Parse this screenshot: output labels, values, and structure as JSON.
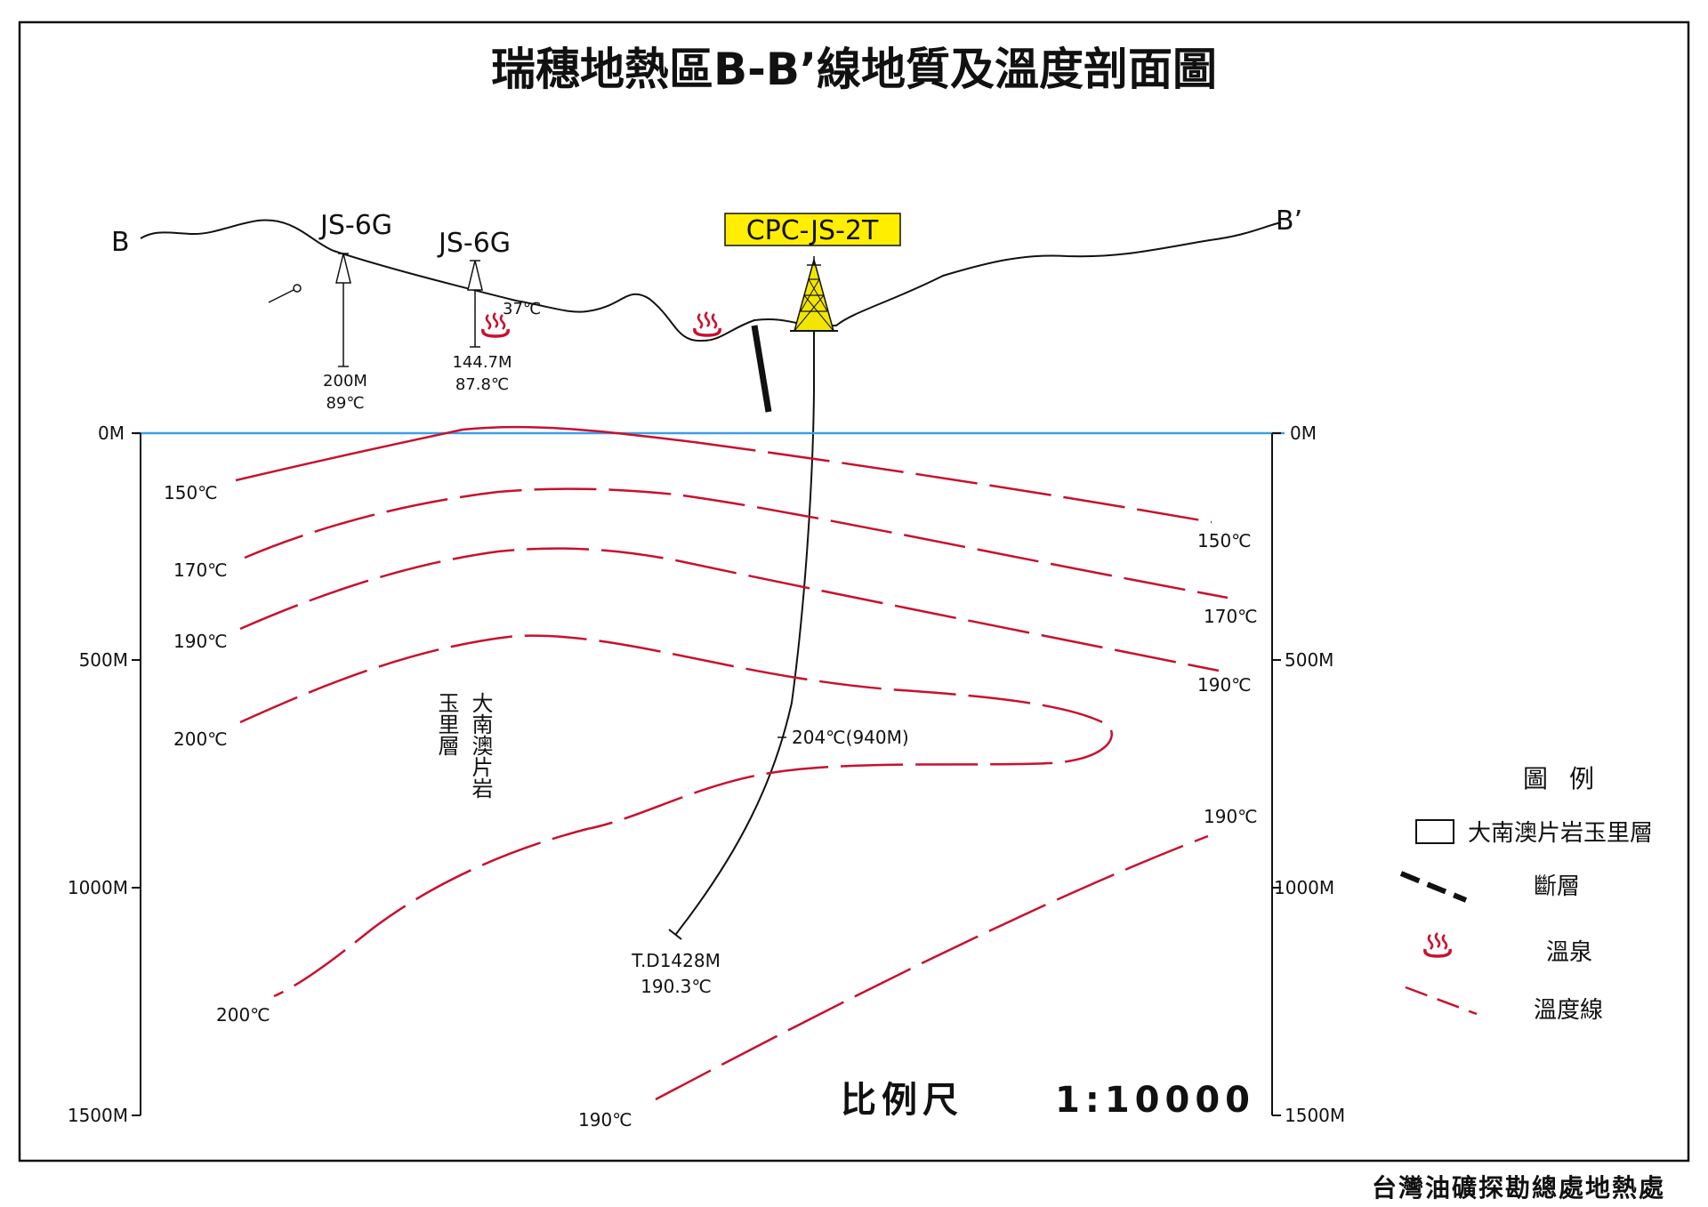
{
  "title": "瑞穗地熱區B-B’線地質及溫度剖面圖",
  "section_ends": {
    "left": "B",
    "right": "B’"
  },
  "wells": [
    {
      "name": "JS-6G",
      "depth": "200M",
      "temp": "89℃"
    },
    {
      "name": "JS-6G",
      "depth": "144.7M",
      "temp": "87.8℃"
    },
    {
      "name": "CPC-JS-2T",
      "td": "T.D1428M",
      "td_temp": "190.3℃",
      "mid_reading": "204℃(940M)"
    }
  ],
  "spring_temp": "37℃",
  "formation_label_lines": [
    "大南澳片岩",
    "玉里層"
  ],
  "depth_axis": {
    "left": [
      "0M",
      "500M",
      "1000M",
      "1500M"
    ],
    "right": [
      "0M",
      "500M",
      "1000M",
      "1500M"
    ]
  },
  "isotherms": {
    "left_labels": [
      "150℃",
      "170℃",
      "190℃",
      "200℃",
      "200℃",
      "190℃"
    ],
    "right_labels": [
      "150℃",
      "170℃",
      "190℃",
      "190℃"
    ]
  },
  "scale": {
    "label": "比例尺",
    "value": "1:10000"
  },
  "legend": {
    "title": "圖例",
    "items": [
      "大南澳片岩玉里層",
      "斷層",
      "溫泉",
      "溫度線"
    ]
  },
  "footer": "台灣油礦探勘總處地熱處",
  "colors": {
    "isotherm": "#c8102e",
    "sea_level": "#3aa0e8",
    "well_label_bg": "#ffee00",
    "rig": "#f2e600"
  }
}
